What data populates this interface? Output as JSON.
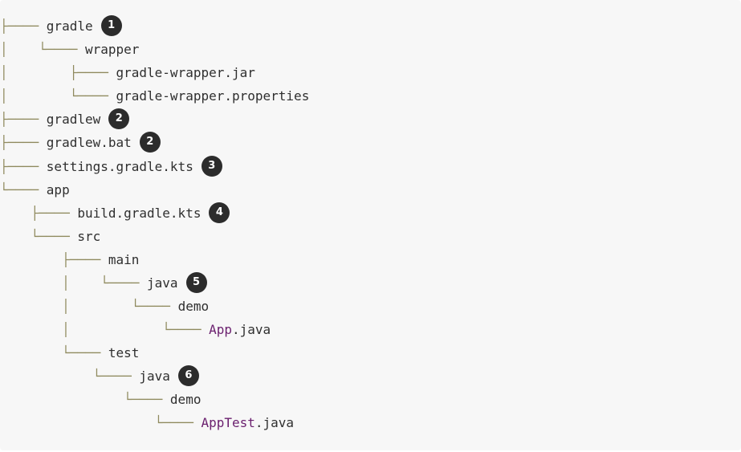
{
  "tree": {
    "lines": [
      {
        "prefix": "├──── ",
        "name": "gradle",
        "callout": "1"
      },
      {
        "prefix": "│    └──── ",
        "name": "wrapper"
      },
      {
        "prefix": "│        ├──── ",
        "name": "gradle-wrapper.jar"
      },
      {
        "prefix": "│        └──── ",
        "name": "gradle-wrapper.properties"
      },
      {
        "prefix": "├──── ",
        "name": "gradlew",
        "callout": "2"
      },
      {
        "prefix": "├──── ",
        "name": "gradlew.bat",
        "callout": "2"
      },
      {
        "prefix": "├──── ",
        "name": "settings.gradle.kts",
        "callout": "3"
      },
      {
        "prefix": "└──── ",
        "name": "app"
      },
      {
        "prefix": "    ├──── ",
        "name": "build.gradle.kts",
        "callout": "4"
      },
      {
        "prefix": "    └──── ",
        "name": "src"
      },
      {
        "prefix": "        ├──── ",
        "name": "main"
      },
      {
        "prefix": "        │    └──── ",
        "name": "java",
        "callout": "5"
      },
      {
        "prefix": "        │        └──── ",
        "name": "demo"
      },
      {
        "prefix": "        │            └──── ",
        "name_highlight": "App",
        "name": ".java"
      },
      {
        "prefix": "        └──── ",
        "name": "test"
      },
      {
        "prefix": "            └──── ",
        "name": "java",
        "callout": "6"
      },
      {
        "prefix": "                └──── ",
        "name": "demo"
      },
      {
        "prefix": "                    └──── ",
        "name_highlight": "AppTest",
        "name": ".java"
      }
    ]
  },
  "colors": {
    "background": "#f7f7f7",
    "connector": "#8f8a5e",
    "text": "#2f2f2f",
    "highlight": "#6a1f6e",
    "callout_bg": "#2c2c2c"
  }
}
